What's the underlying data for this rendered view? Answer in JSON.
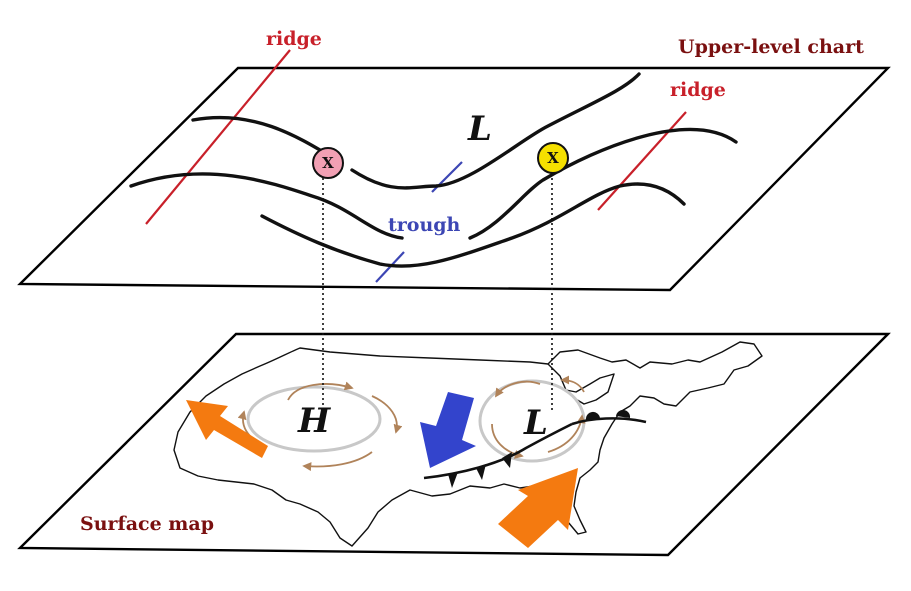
{
  "upper_chart": {
    "title": "Upper-level chart",
    "ridge_left_label": "ridge",
    "ridge_right_label": "ridge",
    "trough_label": "trough",
    "low_letter": "L",
    "marker_pink_label": "X",
    "marker_yellow_label": "X"
  },
  "surface_map": {
    "title": "Surface map",
    "high_letter": "H",
    "low_letter": "L"
  },
  "colors": {
    "ridge": "#c8202a",
    "trough": "#3c46b4",
    "title_maroon": "#7a1010",
    "marker_pink": "#f2a0b4",
    "marker_yellow": "#f5e000",
    "warm_arrow": "#f47a10",
    "cold_arrow": "#3344cc",
    "circulation": "#b0835a"
  }
}
